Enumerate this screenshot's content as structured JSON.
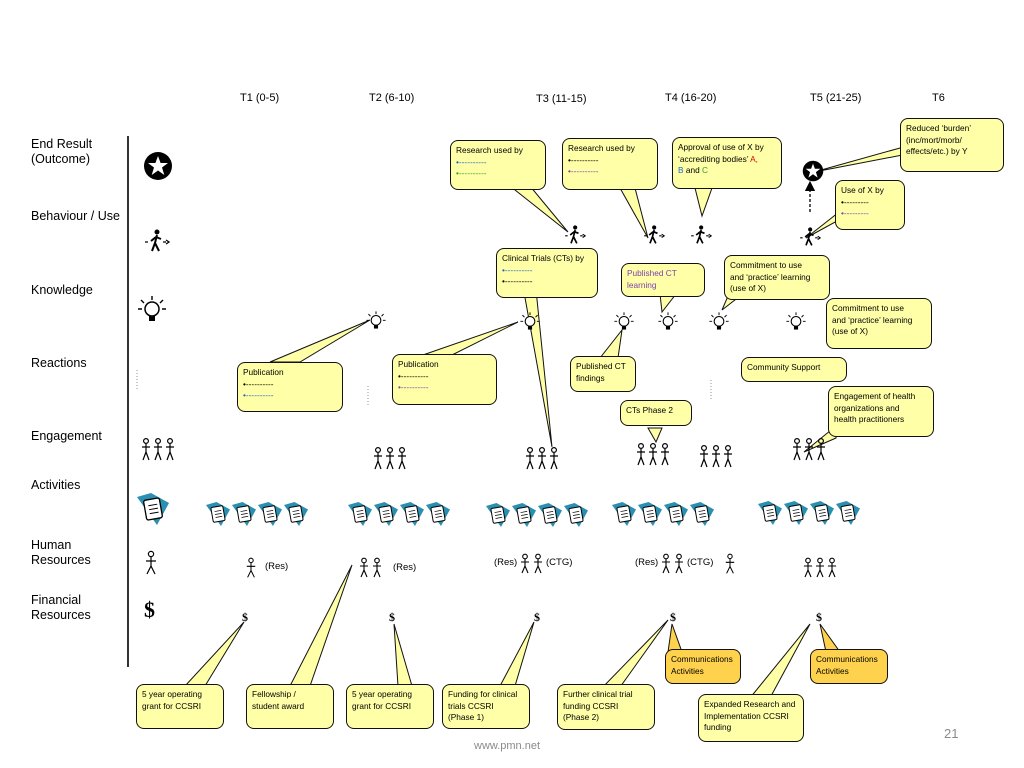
{
  "periods": [
    "T1 (0-5)",
    "T2 (6-10)",
    "T3 (11-15)",
    "T4 (16-20)",
    "T5 (21-25)",
    "T6"
  ],
  "rows": {
    "end_result": "End Result\n(Outcome)",
    "behaviour": "Behaviour / Use",
    "knowledge": "Knowledge",
    "reactions": "Reactions",
    "engagement": "Engagement",
    "activities": "Activities",
    "human": "Human\nResources",
    "financial": "Financial\nResources"
  },
  "callouts": {
    "reduced_burden": "Reduced ‘burden’\n(inc/mort/morb/\neffects/etc.) by Y",
    "use_x": {
      "title": "Use of X by",
      "b1": "•---------",
      "b2": "•---------"
    },
    "research_used_1": {
      "title": "Research used by",
      "b1": "•----------",
      "b2": "•----------"
    },
    "research_used_2": {
      "title": "Research used by",
      "b1": "•----------",
      "b2": "•----------"
    },
    "approval": {
      "line1": "Approval of use of X by",
      "line2": "‘accrediting bodies’ ",
      "a": "A",
      "comma": ",",
      "b": "B",
      "and": " and ",
      "c": "C"
    },
    "clinical_trials": {
      "title": "Clinical Trials (CTs) by",
      "b1": "•----------",
      "b2": "•----------"
    },
    "published_ct_learning": "Published CT\nlearning",
    "commitment_1": "Commitment to use\nand ‘practice’ learning\n(use of X)",
    "commitment_2": "Commitment to use\nand ‘practice’ learning\n(use of X)",
    "publication_1": {
      "title": "Publication",
      "b1": "•----------",
      "b2": "•----------"
    },
    "publication_2": {
      "title": "Publication",
      "b1": "•----------",
      "b2": "•----------"
    },
    "published_ct_findings": "Published CT\nfindings",
    "community_support": "Community Support",
    "cts_phase2": "CTs Phase 2",
    "engagement_health": "Engagement of health\norganizations and\nhealth practitioners",
    "comm_1": "Communications\nActivities",
    "comm_2": "Communications\nActivities",
    "grant_1": "5 year operating\ngrant for CCSRI",
    "fellowship": "Fellowship /\nstudent award",
    "grant_2": "5 year operating\ngrant for CCSRI",
    "funding_ct": "Funding for clinical\ntrials CCSRI\n(Phase 1)",
    "further_ct": "Further clinical trial\nfunding CCSRI\n(Phase 2)",
    "expanded": "Expanded Research and\nImplementation CCSRI\nfunding"
  },
  "human_labels": {
    "t1_res": "(Res)",
    "t2_res": "(Res)",
    "t3_res": "(Res)",
    "t3_ctg": "(CTG)",
    "t4_res": "(Res)",
    "t4_ctg": "(CTG)"
  },
  "dollar": "$",
  "footer": "www.pmn.net",
  "page_number": "21"
}
